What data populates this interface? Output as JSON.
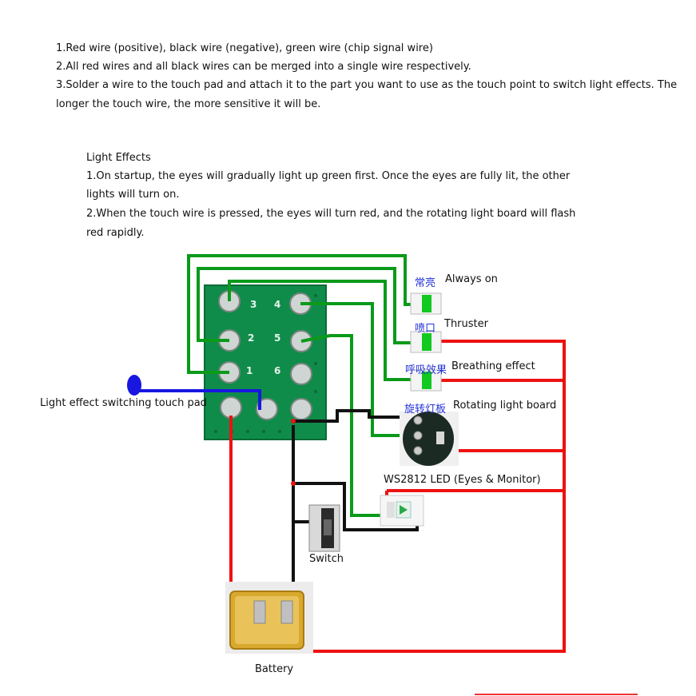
{
  "instructions": {
    "line1": "1.Red wire (positive), black wire (negative), green wire (chip signal wire)",
    "line2": "2.All red wires and all black wires can be merged into a single wire respectively.",
    "line3a": "3.Solder a wire to the touch pad and attach it to the part you want to use as the touch point to switch light effects. The",
    "line3b": "longer the touch wire, the more sensitive it will be."
  },
  "effects": {
    "heading": "Light Effects",
    "line1a": "1.On startup, the eyes will gradually light up green first. Once the eyes are fully lit, the other",
    "line1b": "lights will turn on.",
    "line2a": "2.When the touch wire is pressed, the eyes will turn red, and the rotating light board will flash",
    "line2b": "red rapidly."
  },
  "labels": {
    "always_on_cn": "常亮",
    "always_on": "Always on",
    "thruster_cn": "喷口",
    "thruster": "Thruster",
    "breathing_cn": "呼吸效果",
    "breathing": "Breathing effect",
    "rotating_cn": "旋转灯板",
    "rotating": "Rotating light board",
    "ws2812": "WS2812 LED (Eyes & Monitor)",
    "touch_pad": "Light effect switching touch pad",
    "switch": "Switch",
    "battery": "Battery"
  },
  "board_pins": [
    "3",
    "4",
    "2",
    "5",
    "1",
    "6"
  ],
  "colors": {
    "positive": "#ee1111",
    "negative": "#111111",
    "signal": "#0a9a1a",
    "touch": "#1717e0",
    "pcb": "#0f8c4a",
    "label_cn": "#2433d6"
  }
}
